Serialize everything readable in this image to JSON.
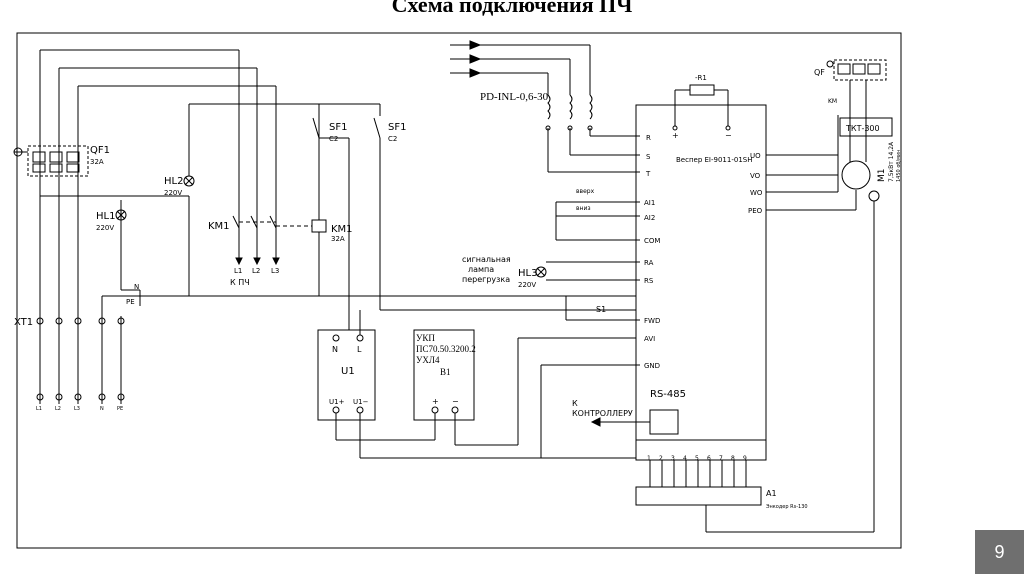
{
  "title": "Схема подключения ПЧ",
  "page_number": "9",
  "labels": {
    "reactor": "PD-INL-0,6-30",
    "qf_left": "QF1",
    "qf_left_rating": "32A",
    "qf_right": "QF",
    "hl1": "HL1",
    "hl1_v": "220V",
    "hl2": "HL2",
    "hl2_v": "220V",
    "hl3": "HL3",
    "hl3_v": "220V",
    "sf1_a": "SF1",
    "sf1_a_rating": "C2",
    "sf1_b": "SF1",
    "sf1_b_rating": "C2",
    "km1_contacts": "KM1",
    "km1_coil": "KM1",
    "km1_coil_rating": "32A",
    "l1": "L1",
    "l2": "L2",
    "l3": "L3",
    "to_vfd": "К ПЧ",
    "xt1": "XT1",
    "pe": "PE",
    "n": "N",
    "u1": "U1",
    "u1_n": "N",
    "u1_l": "L",
    "u1_plus": "U1+",
    "u1_minus": "U1−",
    "b1": "B1",
    "b1_line1": "УКП",
    "b1_line2": "ПС70.50.3200.2",
    "b1_line3": "УХЛ4",
    "b1_plus": "+",
    "b1_minus": "−",
    "vfd_model": "Веспер EI-9011-01SH",
    "rs485": "RS-485",
    "to_controller_1": "К",
    "to_controller_2": "КОНТРОЛЛЕРУ",
    "signal_lamp_1": "сигнальная",
    "signal_lamp_2": "лампа",
    "signal_lamp_3": "перегрузка",
    "up": "вверх",
    "down": "вниз",
    "s1": "S1",
    "r1": "-R1",
    "tkt": "ТКТ-300",
    "motor": "M1",
    "motor_spec": "7,5кВт 14,2А",
    "motor_spec2": "1450 об/мин",
    "a1": "A1",
    "encoder": "Энкодер Rs-130",
    "km_small": "KM"
  },
  "vfd_terminals_left": [
    "R",
    "S",
    "T",
    "AI1",
    "AI2",
    "COM",
    "RA",
    "RS",
    "FWD",
    "AVI",
    "GND"
  ],
  "vfd_terminals_right": [
    "UO",
    "VO",
    "WO",
    "PEO"
  ],
  "vfd_top_terminals": [
    "+",
    "−"
  ],
  "bottom_terminals": [
    "1",
    "2",
    "3",
    "4",
    "5",
    "6",
    "7",
    "8",
    "9"
  ],
  "xt1_terminals": [
    "L1",
    "L2",
    "L3",
    "N",
    "PE"
  ]
}
